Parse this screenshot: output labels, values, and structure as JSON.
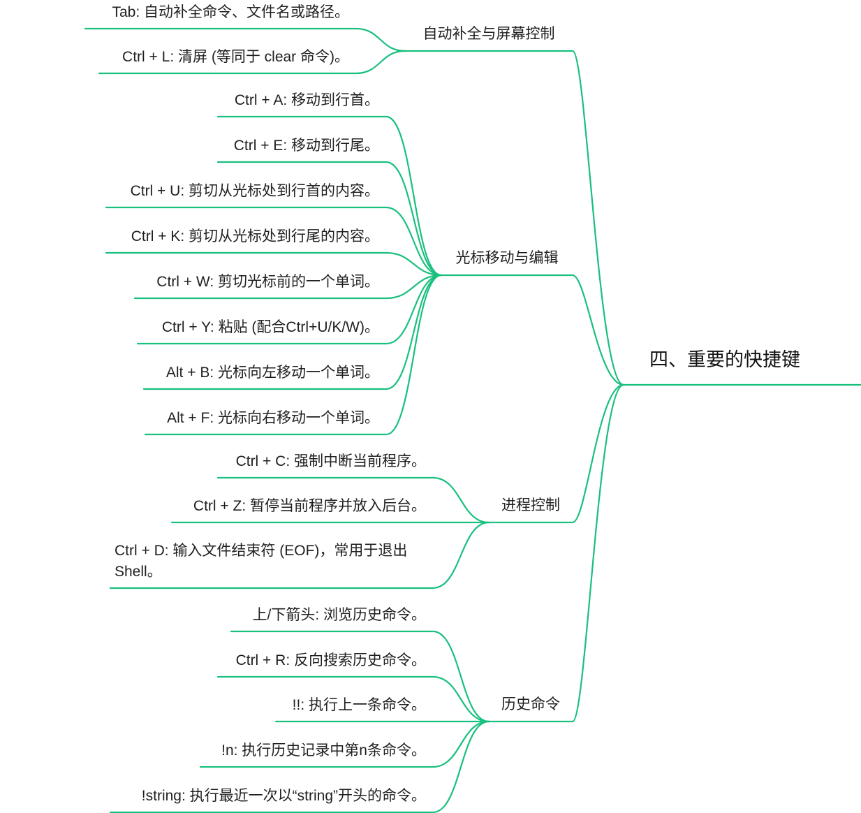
{
  "root": {
    "label": "四、重要的快捷键"
  },
  "accent_color": "#19c07e",
  "branches": [
    {
      "label": "自动补全与屏幕控制",
      "leaves": [
        "Tab: 自动补全命令、文件名或路径。",
        "Ctrl + L: 清屏 (等同于 clear 命令)。"
      ]
    },
    {
      "label": "光标移动与编辑",
      "leaves": [
        "Ctrl + A: 移动到行首。",
        "Ctrl + E: 移动到行尾。",
        "Ctrl + U: 剪切从光标处到行首的内容。",
        "Ctrl + K: 剪切从光标处到行尾的内容。",
        "Ctrl + W: 剪切光标前的一个单词。",
        "Ctrl + Y: 粘贴 (配合Ctrl+U/K/W)。",
        "Alt + B: 光标向左移动一个单词。",
        "Alt + F: 光标向右移动一个单词。"
      ]
    },
    {
      "label": "进程控制",
      "leaves": [
        "Ctrl + C: 强制中断当前程序。",
        "Ctrl + Z: 暂停当前程序并放入后台。",
        "Ctrl + D: 输入文件结束符 (EOF)，常用于退出 Shell。"
      ]
    },
    {
      "label": "历史命令",
      "leaves": [
        "上/下箭头: 浏览历史命令。",
        "Ctrl + R: 反向搜索历史命令。",
        "!!: 执行上一条命令。",
        "!n: 执行历史记录中第n条命令。",
        "!string: 执行最近一次以“string”开头的命令。"
      ]
    }
  ]
}
